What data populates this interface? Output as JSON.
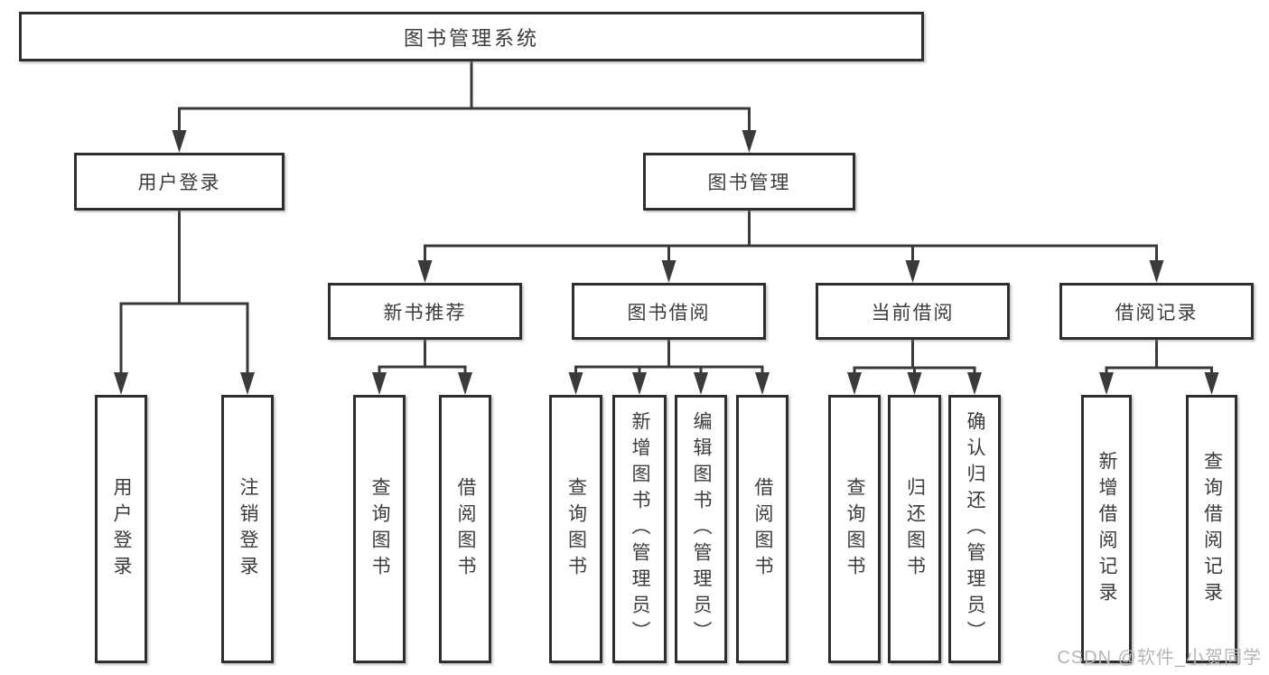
{
  "diagram": {
    "root": {
      "label": "图书管理系统"
    },
    "level2": [
      {
        "label": "用户登录"
      },
      {
        "label": "图书管理"
      }
    ],
    "level3": [
      {
        "label": "新书推荐"
      },
      {
        "label": "图书借阅"
      },
      {
        "label": "当前借阅"
      },
      {
        "label": "借阅记录"
      }
    ],
    "leaves": [
      {
        "label": "用户登录",
        "parent": "用户登录"
      },
      {
        "label": "注销登录",
        "parent": "用户登录"
      },
      {
        "label": "查询图书",
        "parent": "新书推荐"
      },
      {
        "label": "借阅图书",
        "parent": "新书推荐"
      },
      {
        "label": "查询图书",
        "parent": "图书借阅"
      },
      {
        "label": "新增图书（管理员）",
        "parent": "图书借阅"
      },
      {
        "label": "编辑图书（管理员）",
        "parent": "图书借阅"
      },
      {
        "label": "借阅图书",
        "parent": "图书借阅"
      },
      {
        "label": "查询图书",
        "parent": "当前借阅"
      },
      {
        "label": "归还图书",
        "parent": "当前借阅"
      },
      {
        "label": "确认归还（管理员）",
        "parent": "当前借阅"
      },
      {
        "label": "新增借阅记录",
        "parent": "借阅记录"
      },
      {
        "label": "查询借阅记录",
        "parent": "借阅记录"
      }
    ]
  },
  "watermark": {
    "text": "CSDN @软件_小贺同学"
  },
  "colors": {
    "background": "#ffffff",
    "box_border": "#2e2e2e",
    "line": "#3a3a3a",
    "text": "#3c3c3c",
    "watermark": "#b5b5b5"
  }
}
